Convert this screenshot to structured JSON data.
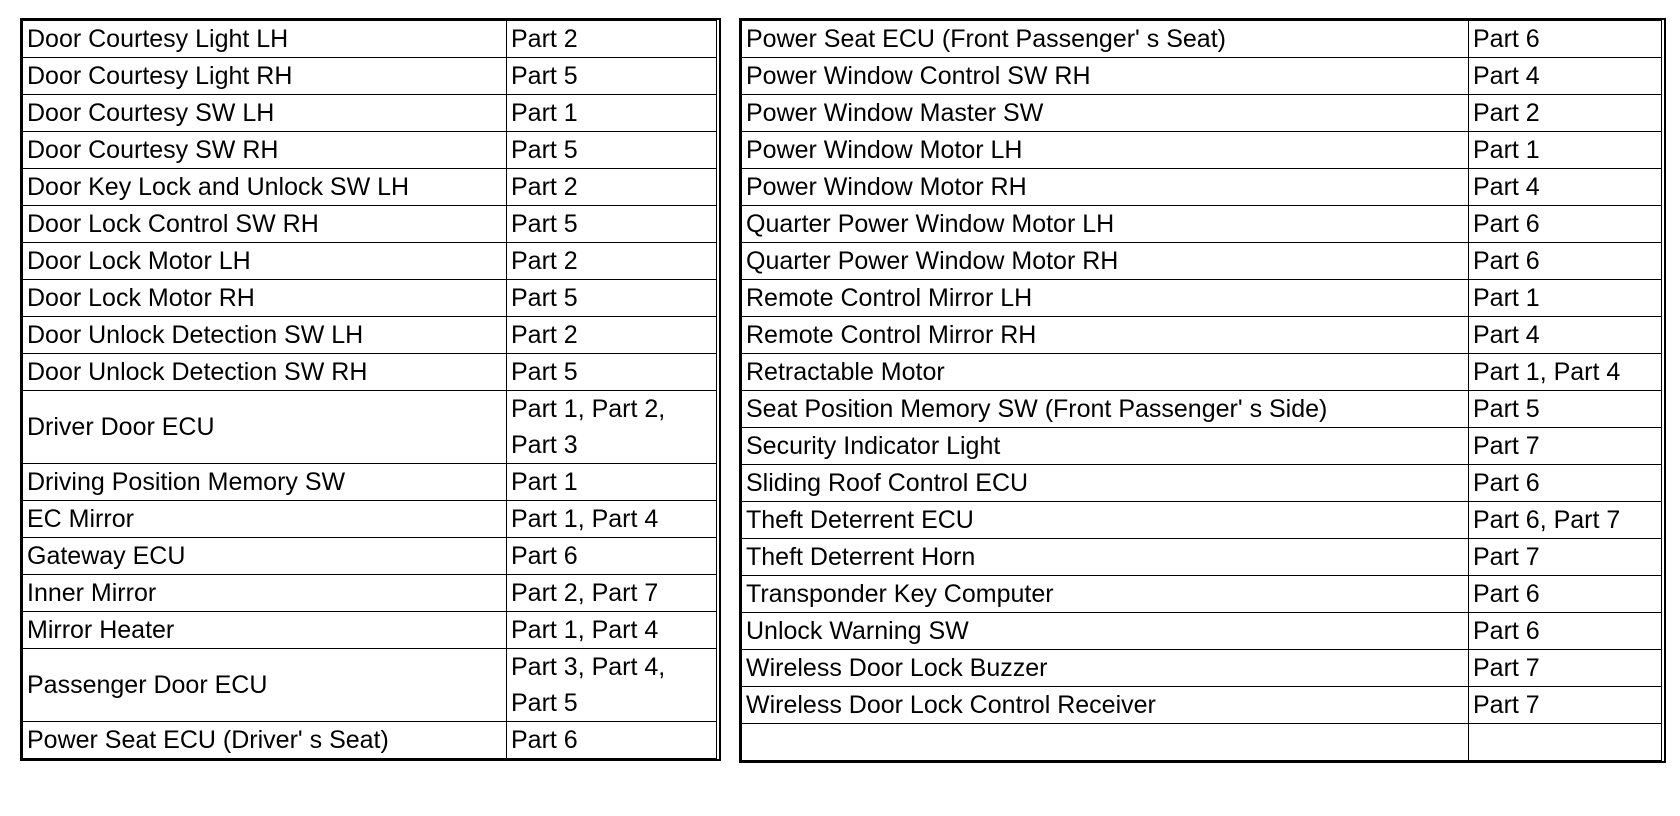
{
  "left_table": {
    "rows": [
      {
        "component": "Door Courtesy Light LH",
        "location": "Part 2"
      },
      {
        "component": "Door Courtesy Light RH",
        "location": "Part 5"
      },
      {
        "component": "Door Courtesy SW LH",
        "location": "Part 1"
      },
      {
        "component": "Door Courtesy SW RH",
        "location": "Part 5"
      },
      {
        "component": "Door Key Lock and Unlock SW LH",
        "location": "Part 2"
      },
      {
        "component": "Door Lock Control SW RH",
        "location": "Part 5"
      },
      {
        "component": "Door Lock Motor LH",
        "location": "Part 2"
      },
      {
        "component": "Door Lock Motor RH",
        "location": "Part 5"
      },
      {
        "component": "Door Unlock Detection SW LH",
        "location": "Part 2"
      },
      {
        "component": "Door Unlock Detection SW RH",
        "location": "Part 5"
      },
      {
        "component": "Driver Door  ECU",
        "location": "Part 1, Part 2, Part 3"
      },
      {
        "component": "Driving Position Memory SW",
        "location": "Part 1"
      },
      {
        "component": "EC Mirror",
        "location": "Part 1,  Part 4"
      },
      {
        "component": "Gateway ECU",
        "location": "Part 6"
      },
      {
        "component": "Inner Mirror",
        "location": "Part 2, Part 7"
      },
      {
        "component": "Mirror Heater",
        "location": "Part 1,  Part 4"
      },
      {
        "component": "Passenger Door ECU",
        "location": "Part 3, Part 4, Part 5"
      },
      {
        "component": "Power Seat ECU (Driver' s Seat)",
        "location": "Part 6"
      }
    ]
  },
  "right_table": {
    "rows": [
      {
        "component": "Power Seat ECU (Front Passenger' s Seat)",
        "location": "Part 6"
      },
      {
        "component": "Power Window Control SW RH",
        "location": "Part 4"
      },
      {
        "component": "Power Window Master SW",
        "location": "Part 2"
      },
      {
        "component": "Power Window Motor LH",
        "location": "Part 1"
      },
      {
        "component": "Power Window Motor RH",
        "location": "Part 4"
      },
      {
        "component": "Quarter Power Window Motor LH",
        "location": "Part 6"
      },
      {
        "component": "Quarter Power Window Motor RH",
        "location": "Part 6"
      },
      {
        "component": "Remote Control Mirror LH",
        "location": "Part 1"
      },
      {
        "component": "Remote Control Mirror RH",
        "location": "Part 4"
      },
      {
        "component": "Retractable Motor",
        "location": "Part 1, Part 4"
      },
      {
        "component": "Seat Position Memory SW (Front Passenger' s Side)",
        "location": "Part 5"
      },
      {
        "component": "Security Indicator Light",
        "location": "Part 7"
      },
      {
        "component": "Sliding Roof Control ECU",
        "location": "Part 6"
      },
      {
        "component": "Theft Deterrent ECU",
        "location": "Part 6, Part 7"
      },
      {
        "component": "Theft Deterrent Horn",
        "location": "Part 7"
      },
      {
        "component": "Transponder Key Computer",
        "location": "Part 6"
      },
      {
        "component": "Unlock Warning SW",
        "location": "Part 6"
      },
      {
        "component": "Wireless Door Lock Buzzer",
        "location": "Part 7"
      },
      {
        "component": "Wireless Door Lock Control Receiver",
        "location": "Part 7"
      },
      {
        "component": "",
        "location": ""
      }
    ]
  }
}
